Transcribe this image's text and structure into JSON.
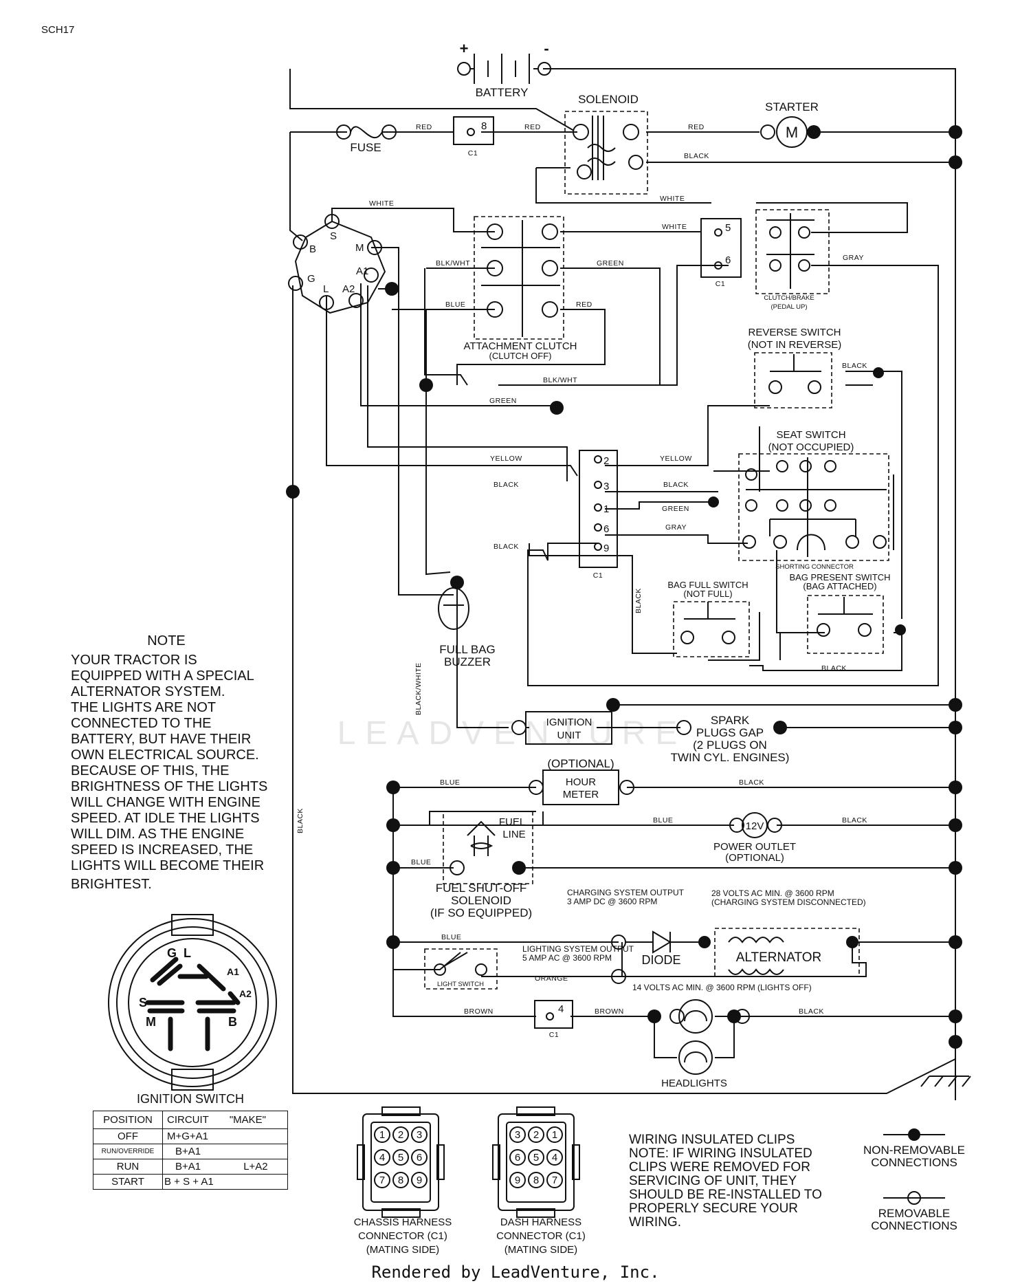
{
  "sheet_id": "SCH17",
  "watermark": "LEADVENTURE",
  "footer": "Rendered by LeadVenture, Inc.",
  "battery": {
    "label": "BATTERY",
    "plus": "+",
    "minus": "-"
  },
  "solenoid": {
    "label": "SOLENOID"
  },
  "starter": {
    "label": "STARTER",
    "symbol": "M"
  },
  "fuse": {
    "label": "FUSE"
  },
  "connector_c1": "C1",
  "pins": {
    "p8": "8",
    "p5": "5",
    "p6": "6",
    "p2": "2",
    "p3": "3",
    "p1": "1",
    "p9": "9",
    "p4": "4"
  },
  "wires": {
    "red": "RED",
    "black": "BLACK",
    "white": "WHITE",
    "green": "GREEN",
    "blue": "BLUE",
    "gray": "GRAY",
    "yellow": "YELLOW",
    "blkwht": "BLK/WHT",
    "blackwhite": "BLACK/WHITE",
    "orange": "ORANGE",
    "brown": "BROWN"
  },
  "ignition_terminals": {
    "b": "B",
    "s": "S",
    "m": "M",
    "g": "G",
    "a1": "A1",
    "a2": "A2",
    "l": "L"
  },
  "attachment_clutch": {
    "line1": "ATTACHMENT CLUTCH",
    "line2": "(CLUTCH OFF)"
  },
  "clutch_brake": {
    "line1": "CLUTCH/BRAKE",
    "line2": "(PEDAL UP)"
  },
  "reverse_switch": {
    "line1": "REVERSE SWITCH",
    "line2": "(NOT IN REVERSE)"
  },
  "seat_switch": {
    "line1": "SEAT SWITCH",
    "line2": "(NOT OCCUPIED)"
  },
  "shorting_connector": "SHORTING CONNECTOR",
  "bag_full_switch": {
    "line1": "BAG FULL SWITCH",
    "line2": "(NOT FULL)"
  },
  "bag_present_switch": {
    "line1": "BAG PRESENT SWITCH",
    "line2": "(BAG ATTACHED)"
  },
  "full_bag_buzzer": {
    "line1": "FULL BAG",
    "line2": "BUZZER"
  },
  "ignition_unit": {
    "line1": "IGNITION",
    "line2": "UNIT"
  },
  "spark_plugs": {
    "line1": "SPARK",
    "line2": "PLUGS GAP",
    "line3": "(2 PLUGS ON",
    "line4": "TWIN CYL. ENGINES)"
  },
  "hour_meter": {
    "optional": "(OPTIONAL)",
    "line1": "HOUR",
    "line2": "METER"
  },
  "fuel_line": {
    "line1": "FUEL",
    "line2": "LINE"
  },
  "power_outlet": {
    "symbol": "12V",
    "line1": "POWER OUTLET",
    "line2": "(OPTIONAL)"
  },
  "fuel_shutoff": {
    "line1": "FUEL SHUT-OFF",
    "line2": "SOLENOID",
    "line3": "(IF SO EQUIPPED)"
  },
  "charging_output": {
    "line1": "CHARGING SYSTEM OUTPUT",
    "line2": "3 AMP DC @ 3600 RPM"
  },
  "volts28": {
    "line1": "28 VOLTS AC MIN. @ 3600 RPM",
    "line2": "(CHARGING SYSTEM DISCONNECTED)"
  },
  "lighting_output": {
    "line1": "LIGHTING SYSTEM OUTPUT",
    "line2": "5 AMP AC @ 3600 RPM"
  },
  "diode": "DIODE",
  "alternator": "ALTERNATOR",
  "volts14": "14 VOLTS AC MIN. @ 3600 RPM (LIGHTS OFF)",
  "light_switch": "LIGHT SWITCH",
  "headlights": "HEADLIGHTS",
  "note": {
    "title": "NOTE",
    "lines": [
      "YOUR TRACTOR IS",
      "EQUIPPED WITH A SPECIAL",
      "ALTERNATOR SYSTEM.",
      "THE LIGHTS ARE NOT",
      "CONNECTED TO THE",
      "BATTERY, BUT HAVE THEIR",
      "OWN ELECTRICAL SOURCE.",
      "BECAUSE OF THIS, THE",
      "BRIGHTNESS OF THE LIGHTS",
      "WILL CHANGE WITH ENGINE",
      "SPEED.  AT IDLE THE LIGHTS",
      "WILL DIM.  AS THE ENGINE",
      "SPEED IS INCREASED,  THE",
      "LIGHTS WILL BECOME THEIR",
      "BRIGHTEST."
    ]
  },
  "ignition_switch": {
    "title": "IGNITION SWITCH",
    "headers": [
      "POSITION",
      "CIRCUIT",
      "\"MAKE\""
    ],
    "rows": [
      [
        "OFF",
        "M+G+A1",
        ""
      ],
      [
        "RUN/OVERRIDE",
        "B+A1",
        ""
      ],
      [
        "RUN",
        "B+A1",
        "L+A2"
      ],
      [
        "START",
        "B + S + A1",
        ""
      ]
    ]
  },
  "chassis_harness": {
    "line1": "CHASSIS HARNESS",
    "line2": "CONNECTOR (C1)",
    "line3": "(MATING SIDE)",
    "pins": [
      "1",
      "2",
      "3",
      "4",
      "5",
      "6",
      "7",
      "8",
      "9"
    ]
  },
  "dash_harness": {
    "line1": "DASH HARNESS",
    "line2": "CONNECTOR (C1)",
    "line3": "(MATING SIDE)",
    "pins": [
      "3",
      "2",
      "1",
      "6",
      "5",
      "4",
      "9",
      "8",
      "7"
    ]
  },
  "clips_note": {
    "lines": [
      "WIRING INSULATED CLIPS",
      "NOTE: IF WIRING INSULATED",
      "CLIPS WERE REMOVED FOR",
      "SERVICING OF UNIT, THEY",
      "SHOULD BE RE-INSTALLED TO",
      "PROPERLY SECURE YOUR",
      "WIRING."
    ]
  },
  "legend": {
    "non_removable": {
      "line1": "NON-REMOVABLE",
      "line2": "CONNECTIONS"
    },
    "removable": {
      "line1": "REMOVABLE",
      "line2": "CONNECTIONS"
    }
  },
  "colors": {
    "ink": "#111111",
    "watermark": "#e2e2e2"
  }
}
